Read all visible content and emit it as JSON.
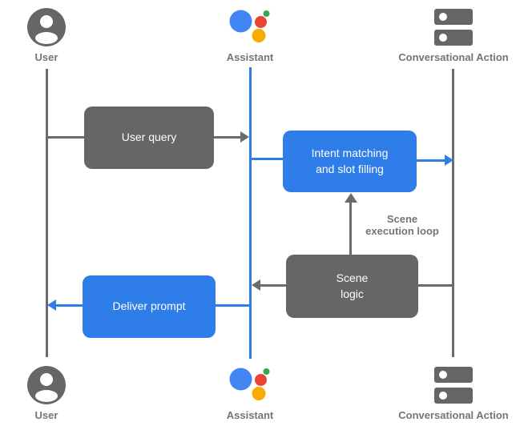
{
  "actors": {
    "top": [
      {
        "id": "user",
        "icon": "user-icon",
        "label": "User"
      },
      {
        "id": "assistant",
        "icon": "google-assistant-icon",
        "label": "Assistant"
      },
      {
        "id": "conversational_action",
        "icon": "server-stack-icon",
        "label": "Conversational Action"
      }
    ],
    "bottom": [
      {
        "id": "user",
        "icon": "user-icon",
        "label": "User"
      },
      {
        "id": "assistant",
        "icon": "google-assistant-icon",
        "label": "Assistant"
      },
      {
        "id": "conversational_action",
        "icon": "server-stack-icon",
        "label": "Conversational Action"
      }
    ]
  },
  "boxes": {
    "user_query": {
      "label": "User query",
      "color": "#666666"
    },
    "intent_matching": {
      "label": [
        "Intent matching",
        "and slot filling"
      ],
      "color": "#2e7de9"
    },
    "scene_logic": {
      "label": [
        "Scene",
        "logic"
      ],
      "color": "#666666"
    },
    "deliver_prompt": {
      "label": "Deliver prompt",
      "color": "#2e7de9"
    }
  },
  "annotations": {
    "scene_execution_loop": [
      "Scene",
      "execution loop"
    ]
  },
  "colors": {
    "diagram_gray": "#6b6b6b",
    "box_gray": "#666666",
    "diagram_blue": "#2e7de9",
    "label_gray": "#757575",
    "logo_blue": "#4285F4",
    "logo_red": "#EA4335",
    "logo_green": "#34A853",
    "logo_yellow": "#F9AB00"
  }
}
